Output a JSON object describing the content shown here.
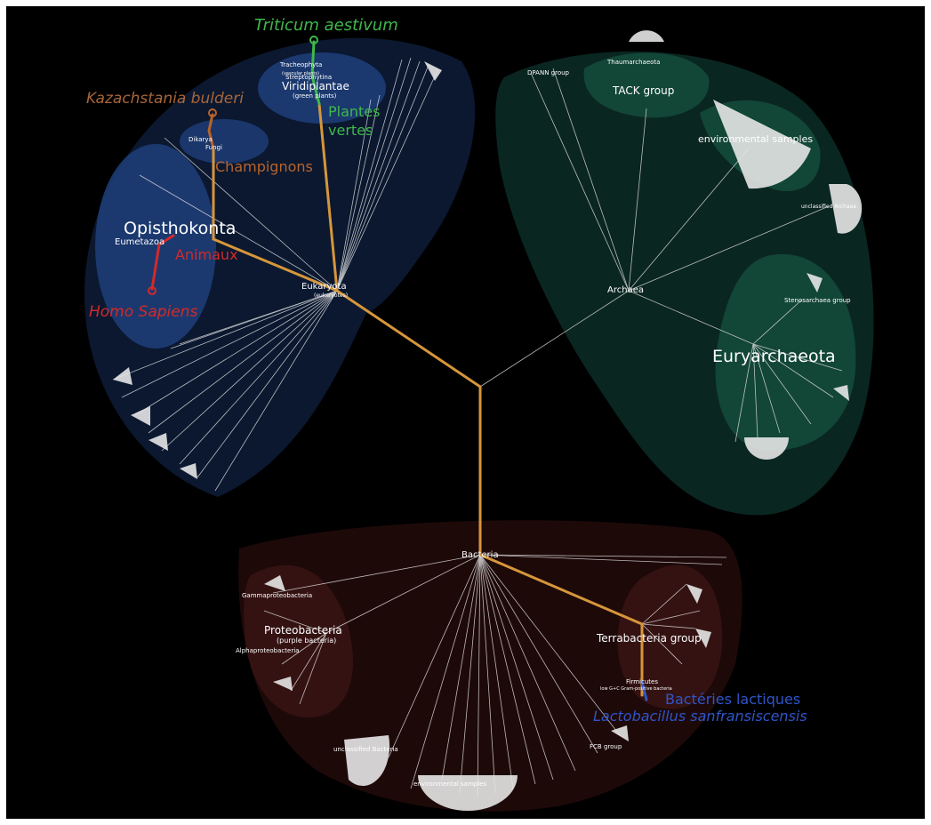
{
  "colors": {
    "background": "#000000",
    "eukaryota_region": "#0b1a33",
    "archaea_region": "#0a2a22",
    "bacteria_region": "#200a0a",
    "highlight_path": "#d6963a",
    "branch": "#cfcfcf",
    "plants": "#3fb84a",
    "fungi": "#b8642a",
    "animals": "#d22a2a",
    "lactic": "#2f55c8"
  },
  "tree": {
    "root_labels": {
      "eukaryota": "Eukaryota",
      "eukaryota_sub": "(eukaryotes)",
      "archaea": "Archaea",
      "bacteria": "Bacteria"
    },
    "eukaryota_labels": {
      "opisthokonta": "Opisthokonta",
      "eumetazoa": "Eumetazoa",
      "dikarya": "Dikarya",
      "fungi": "Fungi",
      "viridiplantae": "Viridiplantae",
      "viridiplantae_sub": "(green plants)",
      "streptophytina": "Streptophytina",
      "tracheophyta": "Tracheophyta",
      "vascular": "(vascular plants)"
    },
    "archaea_labels": {
      "dpann": "DPANN group",
      "thaumarchaeota": "Thaumarchaeota",
      "tack": "TACK group",
      "env_samples": "environmental samples",
      "unclassified": "unclassified Archaea",
      "stenosarchaea": "Stenosarchaea group",
      "euryarchaeota": "Euryarchaeota"
    },
    "bacteria_labels": {
      "gamma": "Gammaproteobacteria",
      "proteobacteria": "Proteobacteria",
      "proteo_sub": "(purple bacteria)",
      "alpha": "Alphaproteobacteria",
      "unclassified": "unclassified Bacteria",
      "env_samples": "environmental samples",
      "fcb": "FCB group",
      "terrabacteria": "Terrabacteria group",
      "firmicutes": "Firmicutes",
      "low_gc": "low G+C Gram-positive bacteria"
    },
    "annotations": {
      "triticum": "Triticum aestivum",
      "plantes": "Plantes",
      "vertes": "vertes",
      "kazachstania": "Kazachstania bulderi",
      "champignons": "Champignons",
      "animaux": "Animaux",
      "homo": "Homo Sapiens",
      "bacteries": "Bactéries lactiques",
      "lactobacillus": "Lactobacillus sanfransiscensis"
    }
  }
}
